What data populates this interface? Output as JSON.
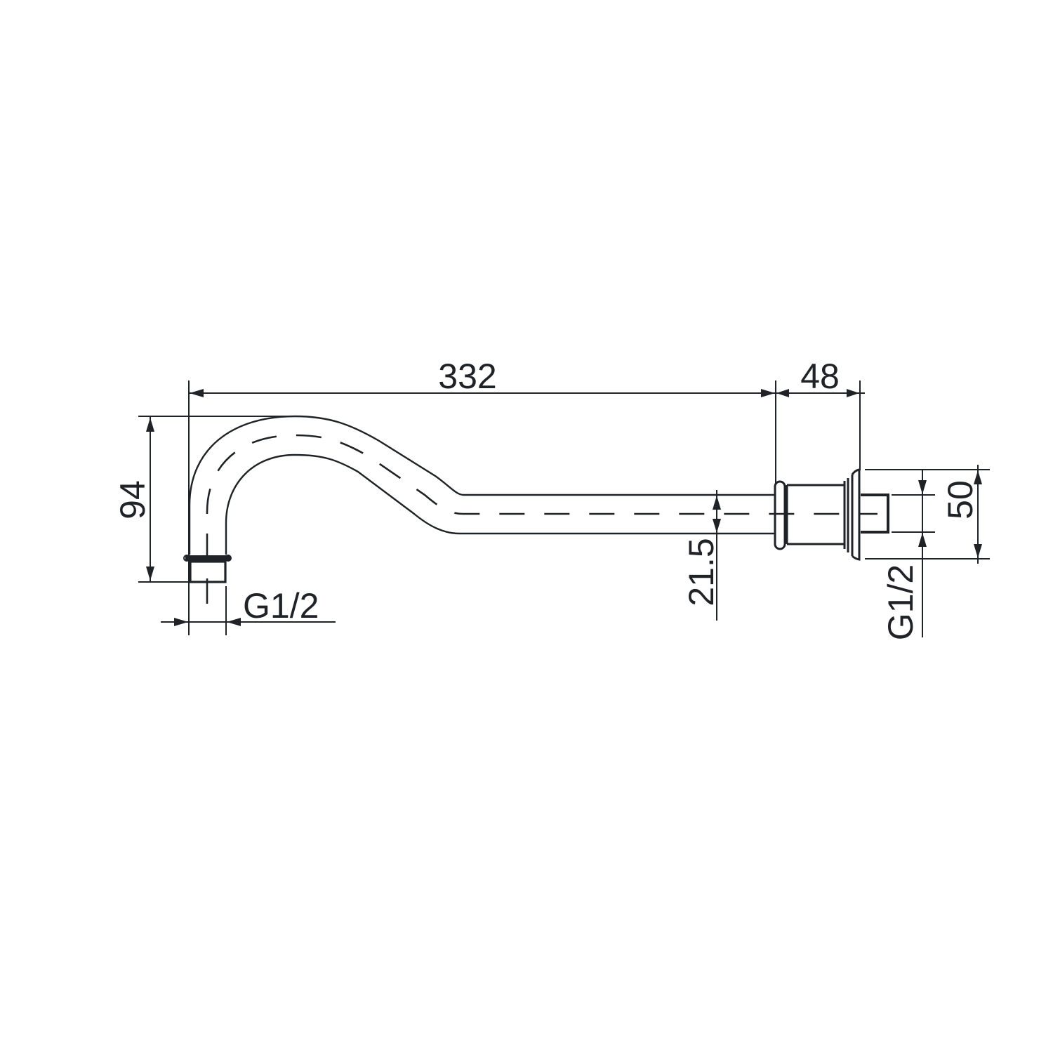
{
  "drawing": {
    "title": "Curved spout arm – dimensional drawing",
    "line_color": "#1f2226",
    "background": "#ffffff"
  },
  "dimensions": {
    "overall_length": {
      "value": "332",
      "orientation": "horizontal"
    },
    "flange_depth": {
      "value": "48",
      "orientation": "horizontal"
    },
    "height": {
      "value": "94",
      "orientation": "vertical"
    },
    "tube_diameter": {
      "value": "21.5",
      "orientation": "vertical"
    },
    "flange_diameter": {
      "value": "50",
      "orientation": "vertical"
    },
    "outlet_thread": {
      "value": "G1/2",
      "orientation": "horizontal"
    },
    "inlet_thread": {
      "value": "G1/2",
      "orientation": "vertical"
    }
  }
}
